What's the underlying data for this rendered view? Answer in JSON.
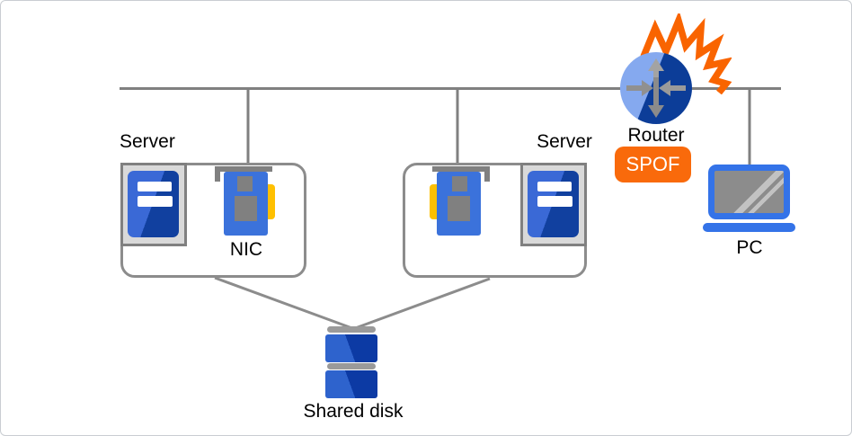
{
  "diagram": {
    "type": "network-topology",
    "nodes": {
      "server_left": {
        "label": "Server"
      },
      "server_right": {
        "label": "Server"
      },
      "nic_left": {
        "label": "NIC"
      },
      "router": {
        "label": "Router",
        "badge": "SPOF",
        "status": "failed"
      },
      "pc": {
        "label": "PC"
      },
      "shared_disk": {
        "label": "Shared disk"
      }
    },
    "connections": [
      "network-bus to nic-left",
      "network-bus to nic-right",
      "network-bus through router",
      "network-bus to pc",
      "server-left-group to shared-disk",
      "server-right-group to shared-disk"
    ],
    "colors": {
      "line_gray": "#808080",
      "box_border_gray": "#8c8c8c",
      "panel_gray": "#d9d9d9",
      "icon_blue": "#3b72db",
      "icon_blue_light": "#3a69d6",
      "icon_blue_dark": "#11409f",
      "router_blue_light": "#85a9ef",
      "router_blue_dark": "#0c3d98",
      "laptop_blue": "#3473e8",
      "connector_yellow": "#ffc000",
      "chip_gray": "#808080",
      "alert_orange": "#f96400",
      "badge_orange": "#f96a0b",
      "disk_bar_gray": "#9a9a9a"
    }
  }
}
